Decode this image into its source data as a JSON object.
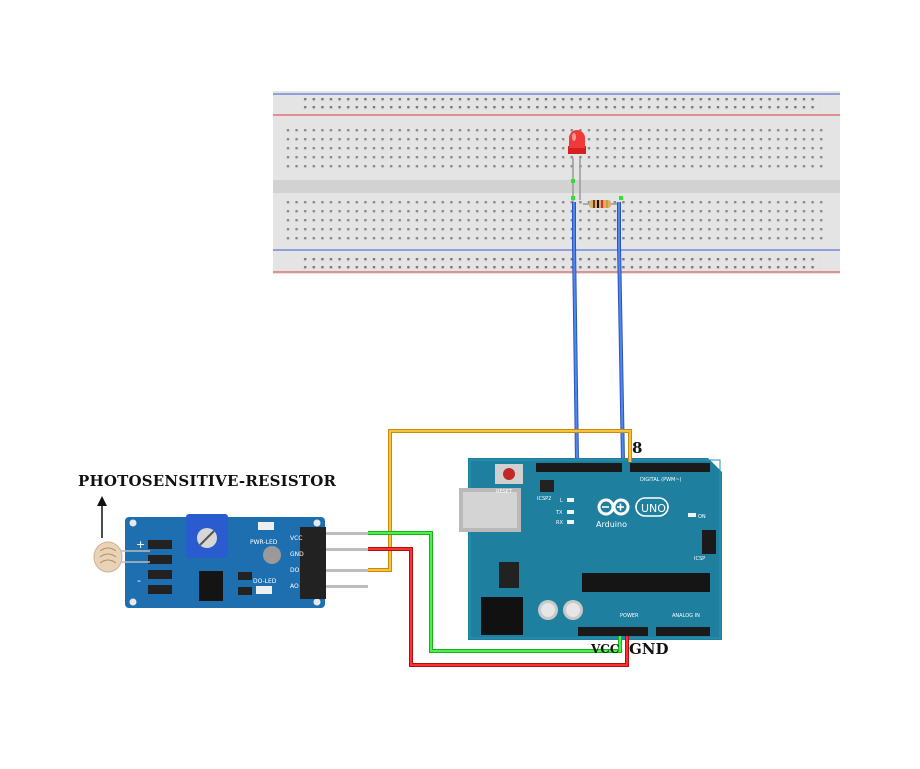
{
  "labels": {
    "photosensitive_resistor": "PHOTOSENSITIVE-RESISTOR",
    "pin_8": "8",
    "vcc": "VCC",
    "gnd": "GND"
  },
  "sensor_module": {
    "pin_labels": [
      "VCC",
      "GND",
      "DO",
      "AO"
    ],
    "led_labels": [
      "PWR-LED",
      "DO-LED"
    ],
    "plus_sign": "+",
    "minus_sign": "-"
  },
  "arduino": {
    "reset_label": "RESET",
    "icsp2_label": "ICSP2",
    "brand": "Arduino",
    "model": "UNO",
    "tx": "TX",
    "rx": "RX",
    "l": "L",
    "on": "ON",
    "digital_header": "DIGITAL (PWM~)",
    "power_header": "POWER",
    "analog_header": "ANALOG IN",
    "icsp_label": "ICSP"
  },
  "wire_colors": {
    "blue": "#3a6fd8",
    "orange": "#f5b41c",
    "green": "#2ee52e",
    "red": "#e81a1a",
    "board_teal": "#1f7f9f",
    "module_blue": "#1d6fb0"
  }
}
